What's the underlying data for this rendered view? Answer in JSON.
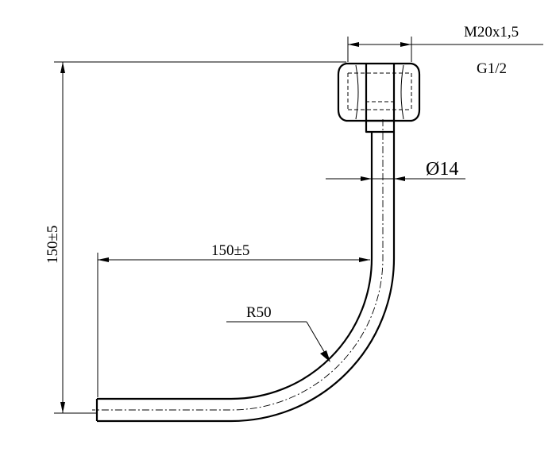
{
  "drawing": {
    "thread_label": "M20x1,5",
    "pipe_thread_label": "G1/2",
    "diameter_label": "Ø14",
    "height_dim_label": "150±5",
    "length_dim_label": "150±5",
    "radius_label": "R50"
  }
}
